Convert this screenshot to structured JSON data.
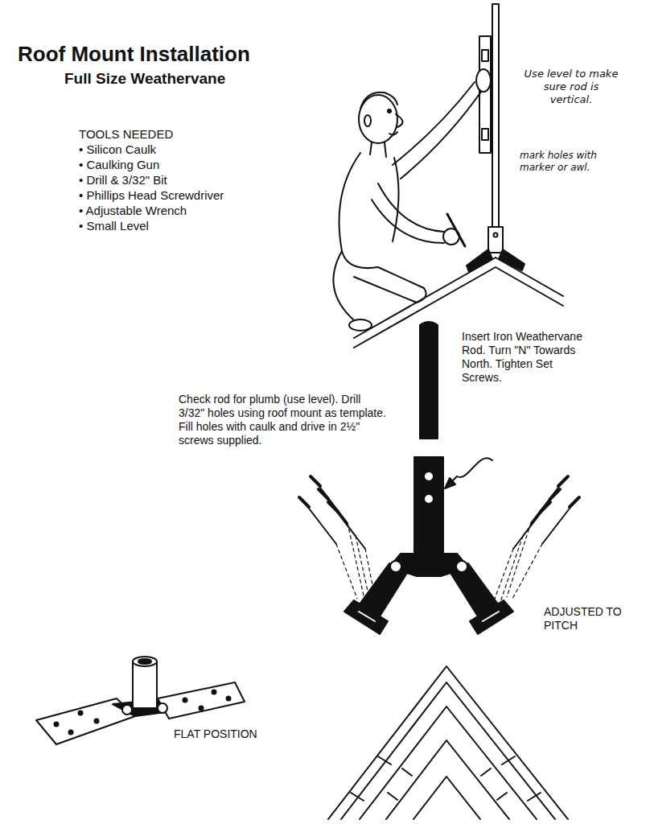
{
  "diagram": {
    "title": "Roof Mount Installation",
    "labels": [
      "Full Size Weathervane",
      "TOOLS NEEDED",
      "• Silicon Caulk",
      "• Caulking Gun",
      "• Drill & 3/32\" Bit",
      "• Phillips Head Screwdriver",
      "• Adjustable Wrench",
      "• Small Level",
      "Use level to make sure rod is vertical.",
      "mark holes with marker or awl.",
      "Insert Iron Weathervane Rod. Turn \"N\" Towards North. Tighten Set Screws.",
      "Check rod for plumb (use level). Drill 3/32\" holes using roof mount as template. Fill holes with caulk and drive in 2½\" screws supplied.",
      "ADJUSTED TO PITCH",
      "FLAT POSITION"
    ]
  }
}
